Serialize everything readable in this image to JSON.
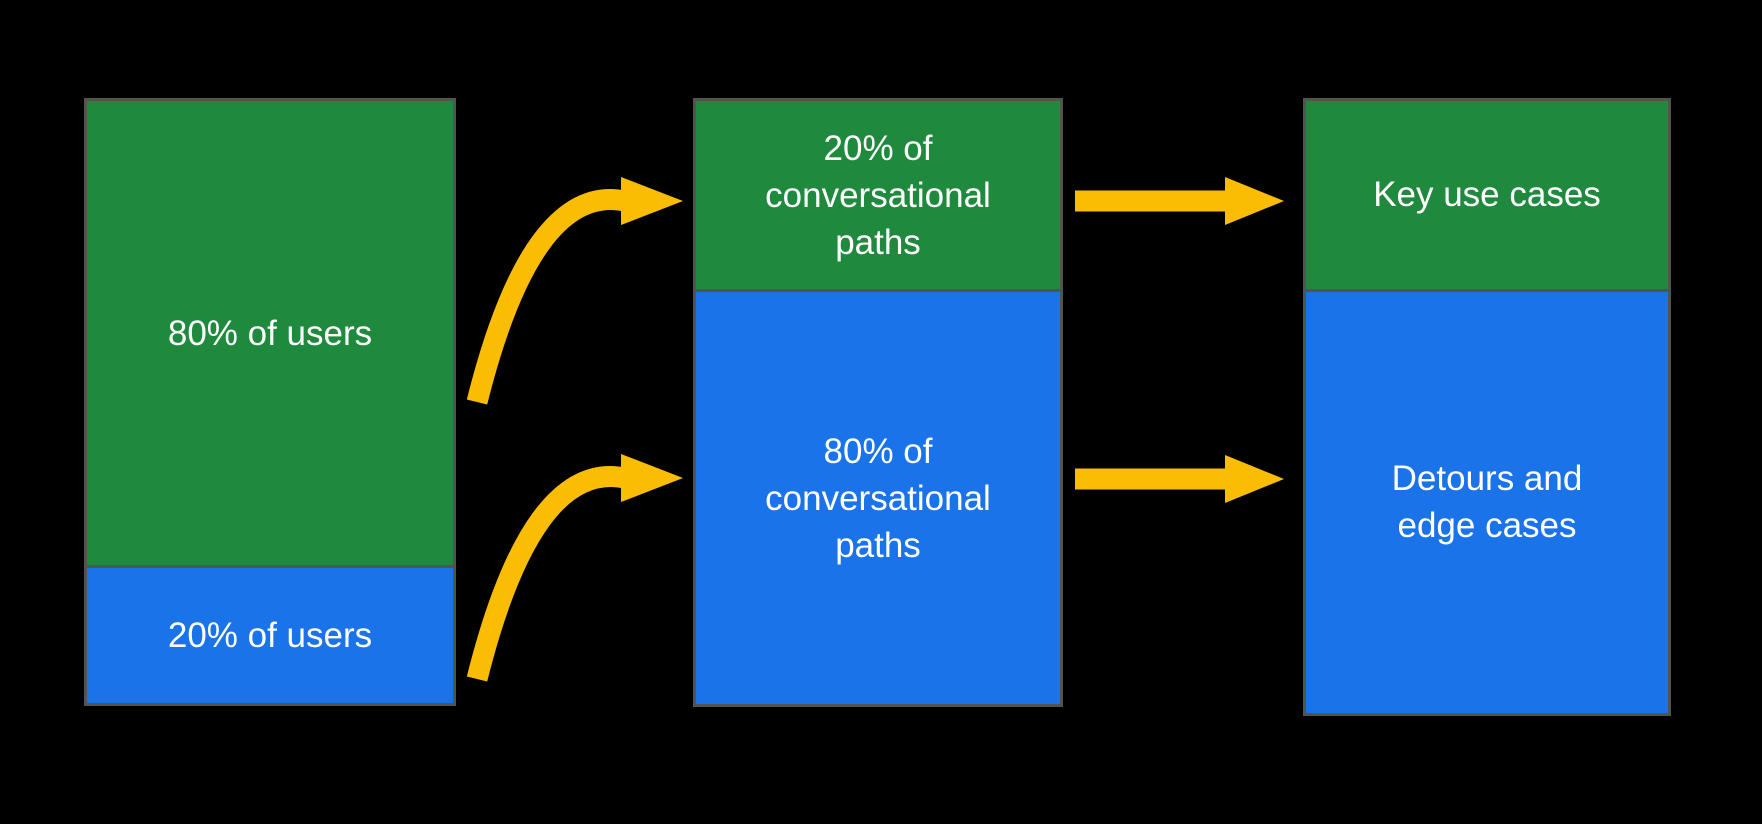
{
  "colors": {
    "green": "#1F8A3E",
    "blue": "#1A73E8",
    "yellow": "#FBBC04",
    "border": "#53544E",
    "background": "#000000",
    "text": "#FFFFFF"
  },
  "diagram": {
    "columns": [
      {
        "name": "users",
        "segments": [
          {
            "label": "80% of users",
            "color": "green",
            "share": "80%"
          },
          {
            "label": "20% of users",
            "color": "blue",
            "share": "20%"
          }
        ]
      },
      {
        "name": "conversational-paths",
        "segments": [
          {
            "label": "20% of conversational paths",
            "color": "green",
            "share": "20%"
          },
          {
            "label": "80% of conversational paths",
            "color": "blue",
            "share": "80%"
          }
        ]
      },
      {
        "name": "outcomes",
        "segments": [
          {
            "label": "Key use cases",
            "color": "green"
          },
          {
            "label": "Detours and edge cases",
            "color": "blue"
          }
        ]
      }
    ],
    "arrows": [
      {
        "from": "80% of users",
        "to": "20% of conversational paths",
        "style": "curved"
      },
      {
        "from": "20% of users",
        "to": "80% of conversational paths",
        "style": "curved"
      },
      {
        "from": "20% of conversational paths",
        "to": "Key use cases",
        "style": "straight"
      },
      {
        "from": "80% of conversational paths",
        "to": "Detours and edge cases",
        "style": "straight"
      }
    ]
  }
}
